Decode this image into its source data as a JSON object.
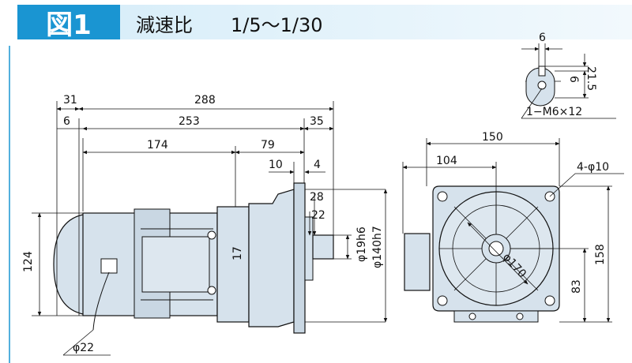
{
  "header": {
    "figure_label": "図1",
    "title": "減速比",
    "ratio": "1/5～1/30"
  },
  "colors": {
    "accent": "#1a95d2",
    "title_bg": "#d9eef9",
    "body_fill": "#d6e2ec",
    "line": "#111111"
  },
  "side_view": {
    "dim_31": "31",
    "dim_288": "288",
    "dim_6": "6",
    "dim_253": "253",
    "dim_35": "35",
    "dim_174": "174",
    "dim_79": "79",
    "dim_10": "10",
    "dim_4": "4",
    "dim_28": "28",
    "dim_22": "22",
    "dim_17": "17",
    "dim_124": "124",
    "dim_shaft": "φ19h6",
    "dim_pilot": "φ140h7",
    "dim_cable": "φ22"
  },
  "key_detail": {
    "dim_6_top": "6",
    "dim_6_side": "6",
    "dim_21_5": "21.5",
    "tap_label": "1−M6×12"
  },
  "front_view": {
    "dim_150": "150",
    "dim_104": "104",
    "holes": "4-φ10",
    "dim_158": "158",
    "dim_83": "83",
    "pcd": "φ170"
  }
}
